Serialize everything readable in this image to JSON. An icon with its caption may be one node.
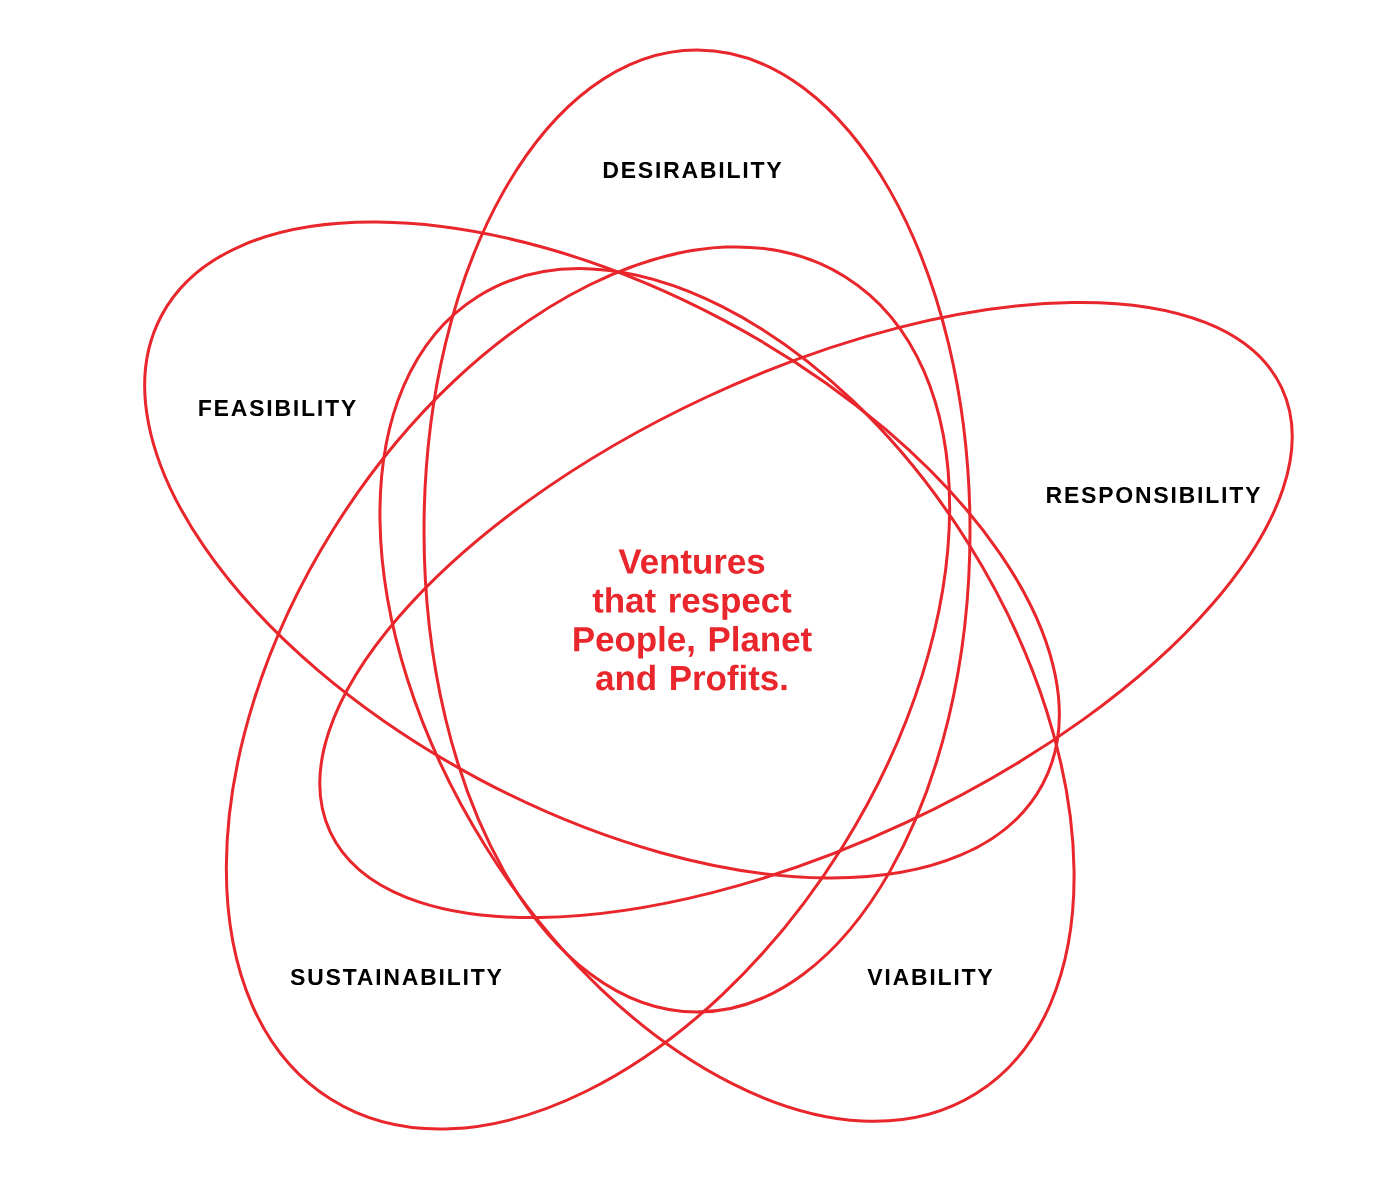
{
  "diagram": {
    "nodes": [
      {
        "text": [
          "DESIRABILITY"
        ]
      },
      {
        "text": [
          "FEASIBILITY"
        ]
      },
      {
        "text": [
          "RESPONSIBILITY"
        ]
      },
      {
        "text": [
          "SUSTAINABILITY"
        ]
      },
      {
        "text": [
          "VIABILITY"
        ]
      }
    ],
    "labels": [
      "Ventures that respect People, Planet and Profits."
    ]
  }
}
